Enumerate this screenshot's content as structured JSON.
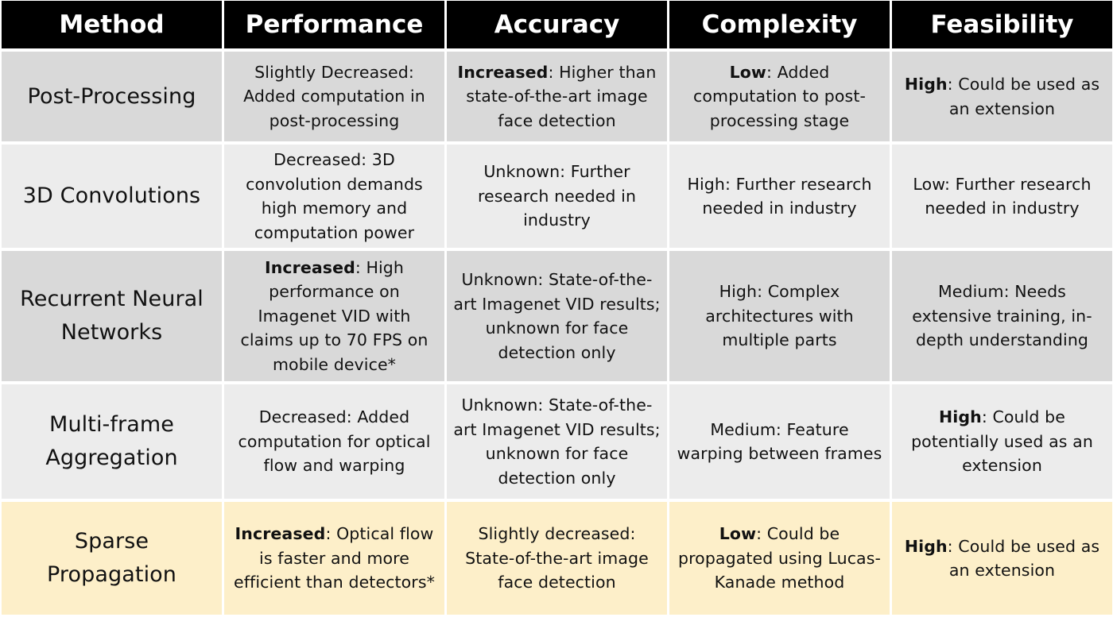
{
  "headers": [
    "Method",
    "Performance",
    "Accuracy",
    "Complexity",
    "Feasibility"
  ],
  "rows": [
    {
      "method": "Post-Processing",
      "performance": {
        "bold": "",
        "text": "Slightly Decreased: Added computation in post-processing"
      },
      "accuracy": {
        "bold": "Increased",
        "text": ": Higher than state-of-the-art image face detection"
      },
      "complexity": {
        "bold": "Low",
        "text": ": Added computation to post-processing stage"
      },
      "feasibility": {
        "bold": "High",
        "text": ": Could be used as an extension"
      }
    },
    {
      "method": "3D Convolutions",
      "performance": {
        "bold": "",
        "text": "Decreased: 3D convolution demands high memory and computation power"
      },
      "accuracy": {
        "bold": "",
        "text": "Unknown: Further research needed in industry"
      },
      "complexity": {
        "bold": "",
        "text": "High: Further research needed in industry"
      },
      "feasibility": {
        "bold": "",
        "text": "Low: Further research needed in industry"
      }
    },
    {
      "method": "Recurrent Neural Networks",
      "performance": {
        "bold": "Increased",
        "text": ": High performance on Imagenet VID with claims up to 70 FPS on mobile device*"
      },
      "accuracy": {
        "bold": "",
        "text": "Unknown: State-of-the-art Imagenet VID results; unknown for face detection only"
      },
      "complexity": {
        "bold": "",
        "text": "High: Complex architectures with multiple parts"
      },
      "feasibility": {
        "bold": "",
        "text": "Medium: Needs extensive training, in-depth understanding"
      }
    },
    {
      "method": "Multi-frame Aggregation",
      "performance": {
        "bold": "",
        "text": "Decreased: Added computation for optical flow and warping"
      },
      "accuracy": {
        "bold": "",
        "text": "Unknown: State-of-the-art Imagenet VID results; unknown for face detection only"
      },
      "complexity": {
        "bold": "",
        "text": "Medium: Feature warping between frames"
      },
      "feasibility": {
        "bold": "High",
        "text": ": Could be potentially used as an extension"
      }
    },
    {
      "method": "Sparse Propagation",
      "performance": {
        "bold": "Increased",
        "text": ": Optical flow is faster and more efficient than detectors*"
      },
      "accuracy": {
        "bold": "",
        "text": "Slightly decreased: State-of-the-art image face detection"
      },
      "complexity": {
        "bold": "Low",
        "text": ": Could be propagated using Lucas-Kanade method"
      },
      "feasibility": {
        "bold": "High",
        "text": ": Could be used as an extension"
      }
    }
  ],
  "colors": {
    "header_bg": "#000000",
    "header_text": "#ffffff",
    "row_dark": "#d9d9d9",
    "row_light": "#ececec",
    "row_highlight": "#fdefc9"
  }
}
